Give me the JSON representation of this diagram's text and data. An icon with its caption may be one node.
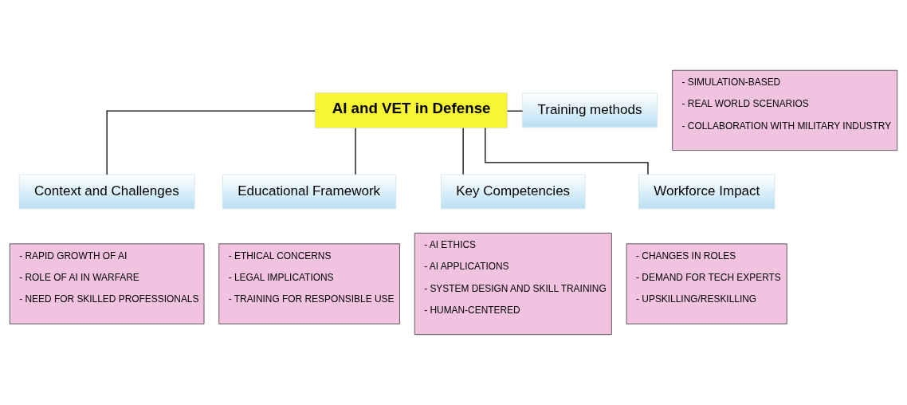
{
  "diagram": {
    "nodes": [
      {
        "text": [
          "AI and VET in Defense"
        ]
      },
      {
        "text": [
          "Training methods"
        ]
      },
      {
        "text": [
          "- SIMULATION-BASED",
          "- REAL WORLD SCENARIOS",
          "- COLLABORATION WITH MILITARY INDUSTRY"
        ]
      },
      {
        "text": [
          "Context and Challenges"
        ]
      },
      {
        "text": [
          "- RAPID GROWTH OF AI",
          "- ROLE OF AI IN WARFARE",
          "- NEED FOR SKILLED PROFESSIONALS"
        ]
      },
      {
        "text": [
          "Educational Framework"
        ]
      },
      {
        "text": [
          "- ETHICAL CONCERNS",
          "- LEGAL IMPLICATIONS",
          "- TRAINING FOR RESPONSIBLE USE"
        ]
      },
      {
        "text": [
          "Key Competencies"
        ]
      },
      {
        "text": [
          "- AI ETHICS",
          "- AI APPLICATIONS",
          "- SYSTEM DESIGN AND SKILL TRAINING",
          "- HUMAN-CENTERED"
        ]
      },
      {
        "text": [
          "Workforce Impact"
        ]
      },
      {
        "text": [
          "- CHANGES IN ROLES",
          "- DEMAND FOR TECH EXPERTS",
          "- UPSKILLING/RESKILLING"
        ]
      }
    ],
    "edges": [
      {
        "from": 0,
        "to": 1,
        "arrow": "none"
      },
      {
        "from": 0,
        "to": 3,
        "arrow": "none"
      },
      {
        "from": 0,
        "to": 5,
        "arrow": "none"
      },
      {
        "from": 0,
        "to": 7,
        "arrow": "none"
      },
      {
        "from": 0,
        "to": 9,
        "arrow": "none"
      }
    ]
  }
}
